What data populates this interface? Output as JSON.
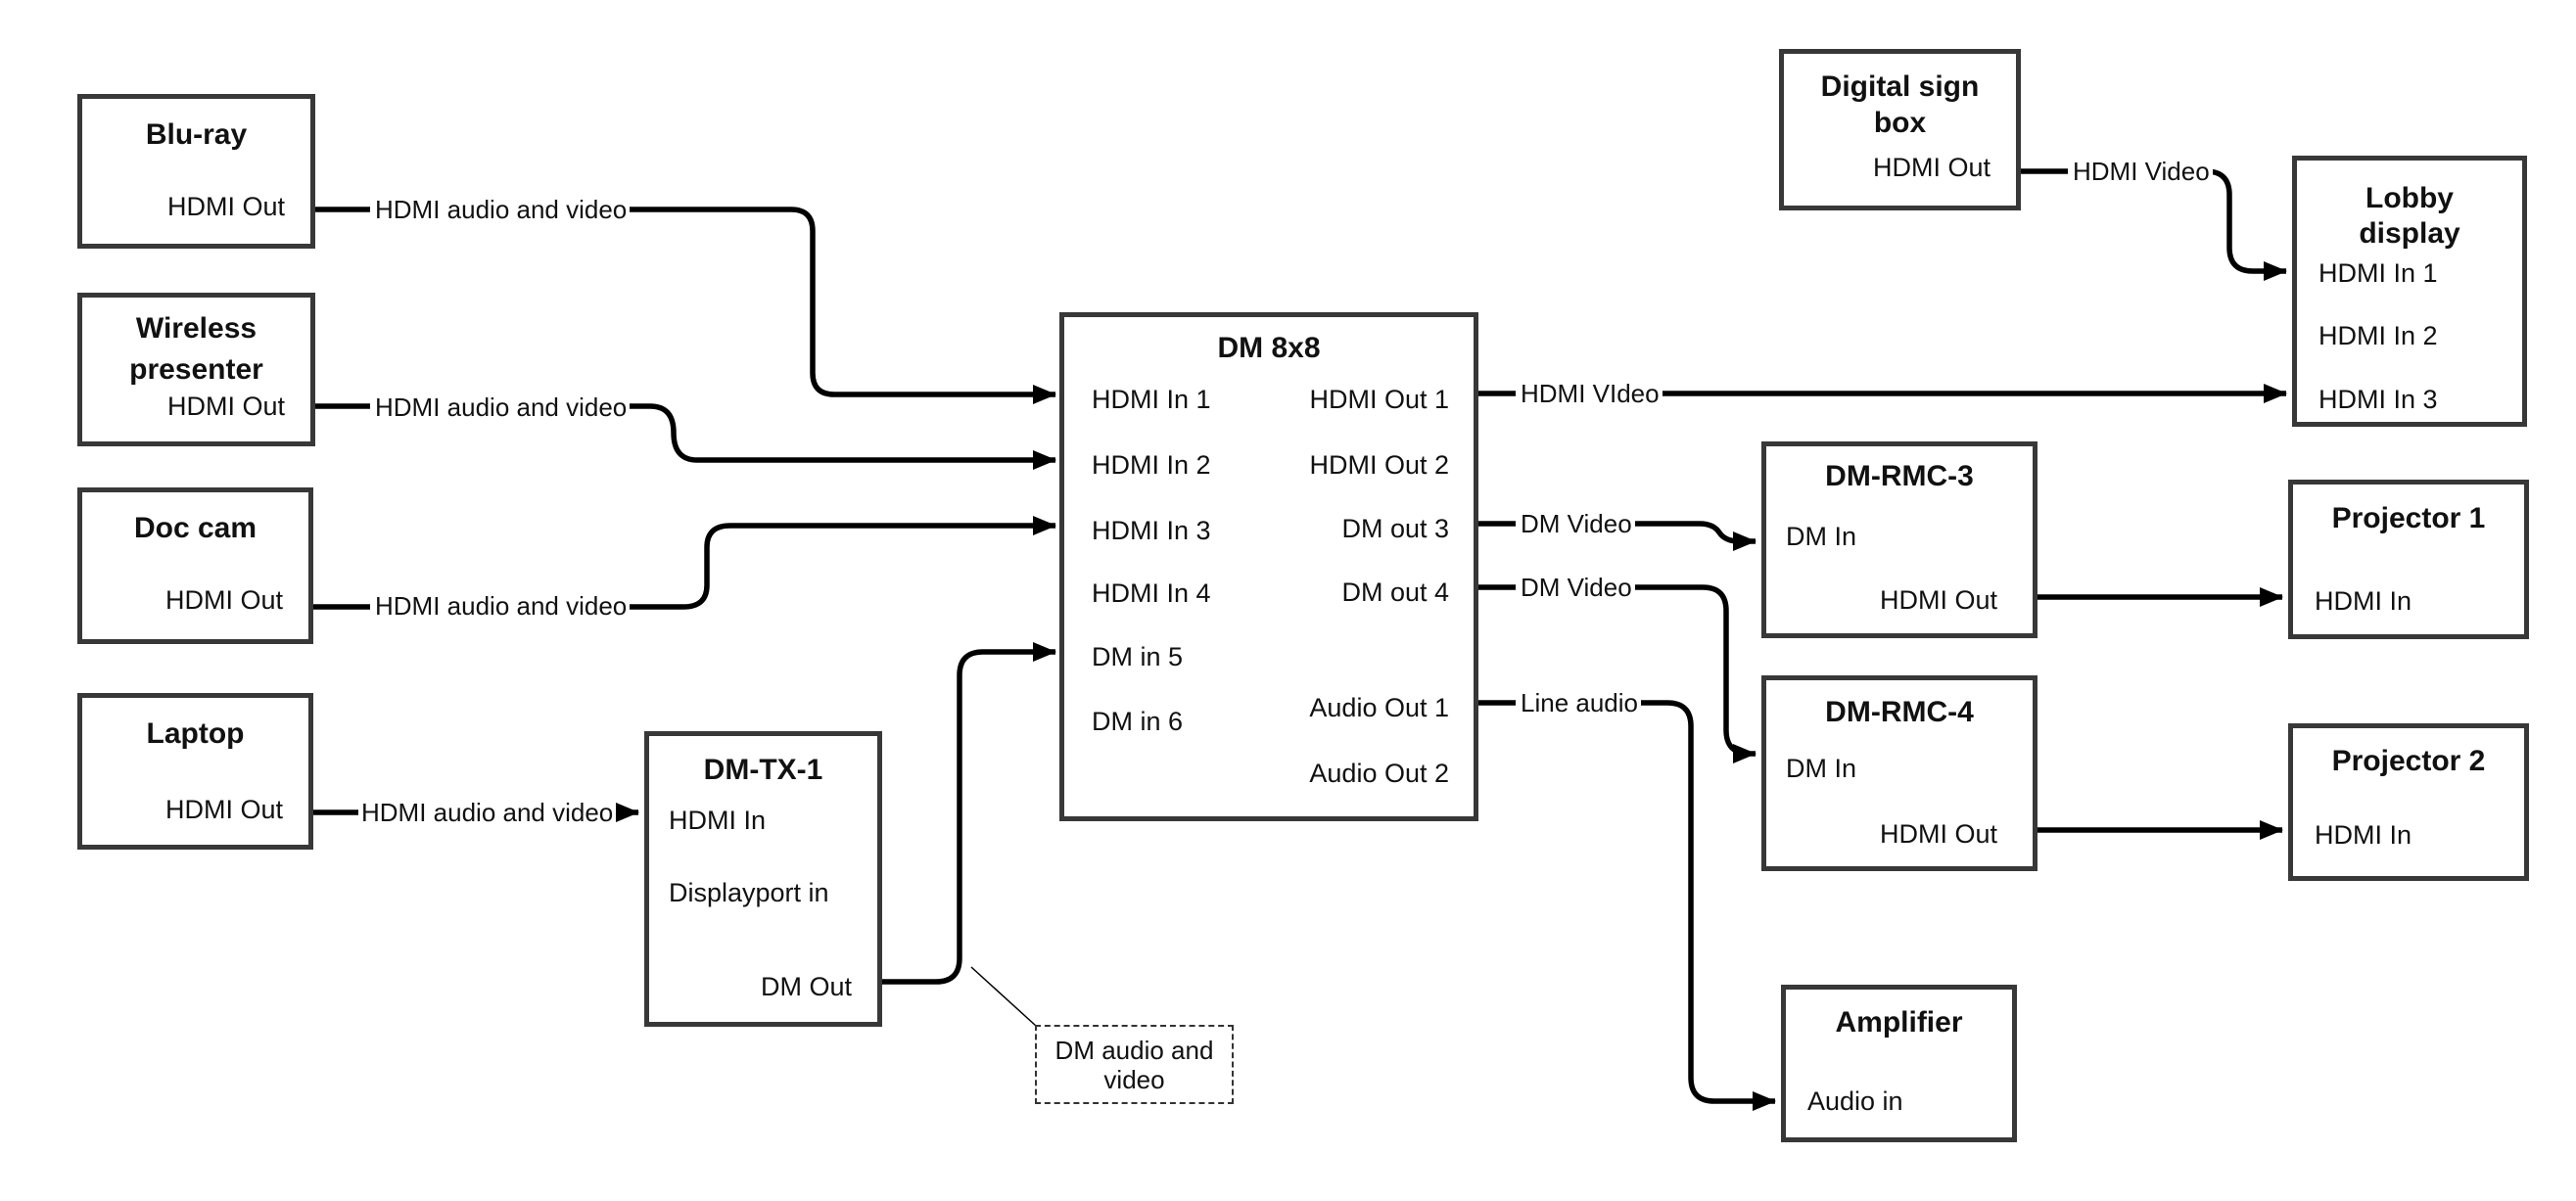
{
  "devices": {
    "bluray": {
      "title": "Blu-ray",
      "port_hdmi_out": "HDMI Out"
    },
    "wireless_presenter": {
      "title_line1": "Wireless",
      "title_line2": "presenter",
      "port_hdmi_out": "HDMI Out"
    },
    "doc_cam": {
      "title": "Doc cam",
      "port_hdmi_out": "HDMI Out"
    },
    "laptop": {
      "title": "Laptop",
      "port_hdmi_out": "HDMI Out"
    },
    "dm_tx_1": {
      "title": "DM-TX-1",
      "port_hdmi_in": "HDMI In",
      "port_displayport_in": "Displayport in",
      "port_dm_out": "DM Out"
    },
    "dm_8x8": {
      "title": "DM 8x8",
      "inputs": [
        "HDMI In 1",
        "HDMI In 2",
        "HDMI In 3",
        "HDMI In 4",
        "DM in 5",
        "DM in 6"
      ],
      "outputs": [
        "HDMI Out 1",
        "HDMI Out 2",
        "DM out 3",
        "DM out 4",
        "Audio Out 1",
        "Audio Out 2"
      ]
    },
    "digital_sign_box": {
      "title_line1": "Digital sign",
      "title_line2": "box",
      "port_hdmi_out": "HDMI Out"
    },
    "lobby_display": {
      "title_line1": "Lobby",
      "title_line2": "display",
      "inputs": [
        "HDMI In 1",
        "HDMI In 2",
        "HDMI In 3"
      ]
    },
    "dm_rmc_3": {
      "title": "DM-RMC-3",
      "port_dm_in": "DM In",
      "port_hdmi_out": "HDMI Out"
    },
    "projector_1": {
      "title": "Projector 1",
      "port_hdmi_in": "HDMI In"
    },
    "dm_rmc_4": {
      "title": "DM-RMC-4",
      "port_dm_in": "DM In",
      "port_hdmi_out": "HDMI Out"
    },
    "projector_2": {
      "title": "Projector 2",
      "port_hdmi_in": "HDMI In"
    },
    "amplifier": {
      "title": "Amplifier",
      "port_audio_in": "Audio in"
    }
  },
  "connection_labels": {
    "bluray_to_dm8x8": "HDMI audio and video",
    "wireless_to_dm8x8": "HDMI audio and video",
    "doccam_to_dm8x8": "HDMI audio and video",
    "laptop_to_dmtx1": "HDMI audio and video",
    "dm8x8_out1_to_lobby": "HDMI VIdeo",
    "dm8x8_out3_to_rmc3": "DM Video",
    "dm8x8_out4_to_rmc4": "DM Video",
    "dm8x8_audio1_to_amp": "Line audio",
    "signbox_to_lobby": "HDMI Video"
  },
  "callout": {
    "line1": "DM audio and",
    "line2": "video"
  },
  "colors": {
    "line": "#000000",
    "box_border": "#383838",
    "text": "#111111",
    "background": "#ffffff"
  }
}
